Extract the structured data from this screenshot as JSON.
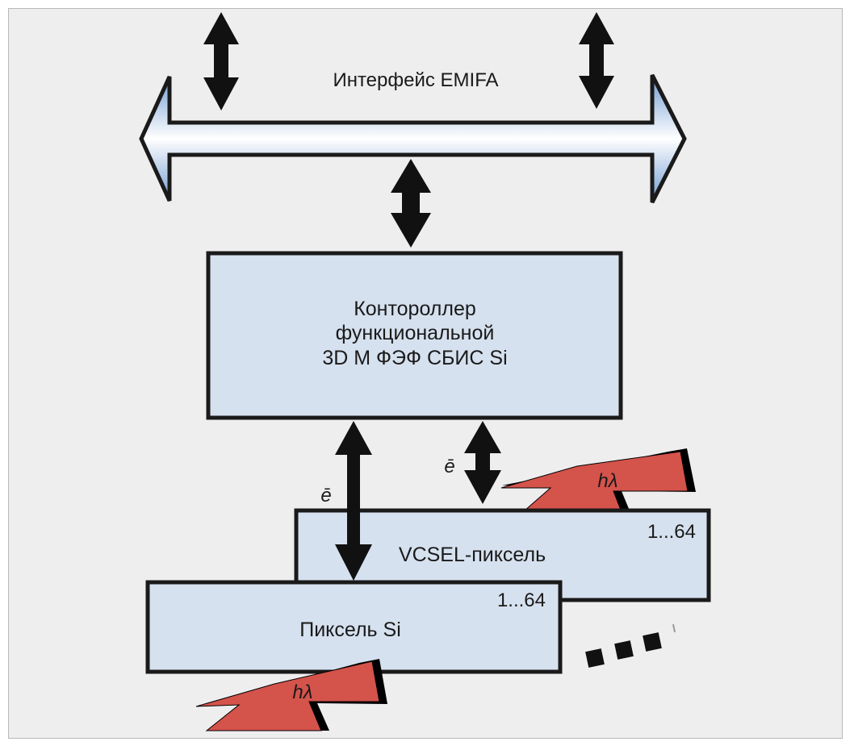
{
  "bus": {
    "label": "Интерфейс EMIFA"
  },
  "controller": {
    "lines": [
      "Контороллер",
      "функциональной",
      "3D М ФЭФ СБИС Si"
    ]
  },
  "vcsel_box": {
    "label": "VCSEL-пиксель",
    "range": "1...64"
  },
  "si_box": {
    "label": "Пиксель Si",
    "range": "1...64"
  },
  "electron_labels": {
    "left": "ē",
    "right": "ē"
  },
  "photon_labels": {
    "upper": "hλ",
    "lower": "hλ"
  },
  "colors": {
    "box_fill": "#d6e1ef",
    "box_stroke": "#1a1a1a",
    "photon_arrow": "#d4534b",
    "bus_fill_edge": "#7fa6d6",
    "bus_fill_center": "#ffffff",
    "background": "#eeeeef"
  }
}
